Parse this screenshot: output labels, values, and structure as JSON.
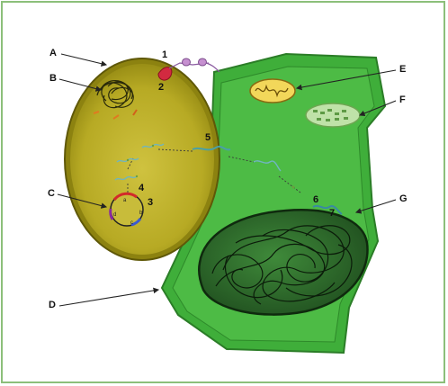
{
  "diagram": {
    "callouts": {
      "A": "A",
      "B": "B",
      "C": "C",
      "D": "D",
      "E": "E",
      "F": "F",
      "G": "G"
    },
    "steps": {
      "s1": "1",
      "s2": "2",
      "s3": "3",
      "s4": "4",
      "s5": "5",
      "s6": "6",
      "s7": "7"
    },
    "plasmid_letters": {
      "a": "a",
      "b": "b",
      "c": "c",
      "d": "d"
    }
  },
  "colors": {
    "frame": "#8cbf7a",
    "bacterium_fill": "#b5a922",
    "bacterium_inner": "#c8bc3a",
    "plant_cell": "#3fae3a",
    "plant_inner": "#4dbb45",
    "nucleus": "#2c6a2a",
    "mitochondrion": "#f2d75a",
    "chloroplast": "#bfe2a8"
  }
}
